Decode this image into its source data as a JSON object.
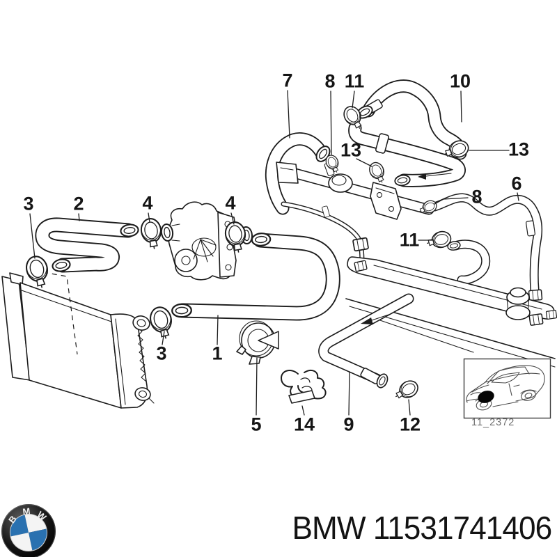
{
  "diagram": {
    "type": "exploded-parts-diagram",
    "subject": "cooling system water hoses",
    "callouts": [
      {
        "label": "7"
      },
      {
        "label": "8"
      },
      {
        "label": "11"
      },
      {
        "label": "10"
      },
      {
        "label": "13"
      },
      {
        "label": "13"
      },
      {
        "label": "6"
      },
      {
        "label": "8"
      },
      {
        "label": "11"
      },
      {
        "label": "3"
      },
      {
        "label": "2"
      },
      {
        "label": "4"
      },
      {
        "label": "4"
      },
      {
        "label": "3"
      },
      {
        "label": "1"
      },
      {
        "label": "5"
      },
      {
        "label": "14"
      },
      {
        "label": "9"
      },
      {
        "label": "12"
      }
    ],
    "inset": {
      "caption": "11_2372"
    }
  },
  "footer": {
    "brand": "BMW",
    "part_number": "11531741406",
    "logo": {
      "letters": [
        "B",
        "M",
        "W"
      ],
      "blue": "#2a71b0"
    }
  },
  "colors": {
    "line": "#1c1c1c",
    "label_text": "#151515",
    "caption": "#6f6f6f"
  }
}
